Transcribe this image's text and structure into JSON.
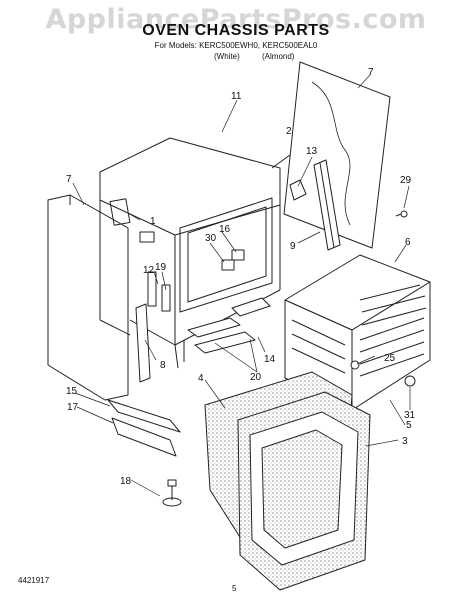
{
  "header": {
    "watermark": "AppliancePartsPros.com",
    "title": "OVEN CHASSIS PARTS",
    "models_line": "For Models: KERC500EWH0, KERC500EAL0",
    "variant_white": "(White)",
    "variant_almond": "(Almond)"
  },
  "callouts": [
    "1",
    "2",
    "3",
    "4",
    "5",
    "6",
    "7",
    "7",
    "8",
    "9",
    "11",
    "12",
    "13",
    "14",
    "15",
    "16",
    "17",
    "18",
    "19",
    "20",
    "25",
    "29",
    "30",
    "31"
  ],
  "footer": {
    "part_number": "4421917",
    "page_number": "5"
  },
  "colors": {
    "line": "#222222",
    "watermark": "#d6d6d6",
    "insulation": "#cfcfcf"
  }
}
